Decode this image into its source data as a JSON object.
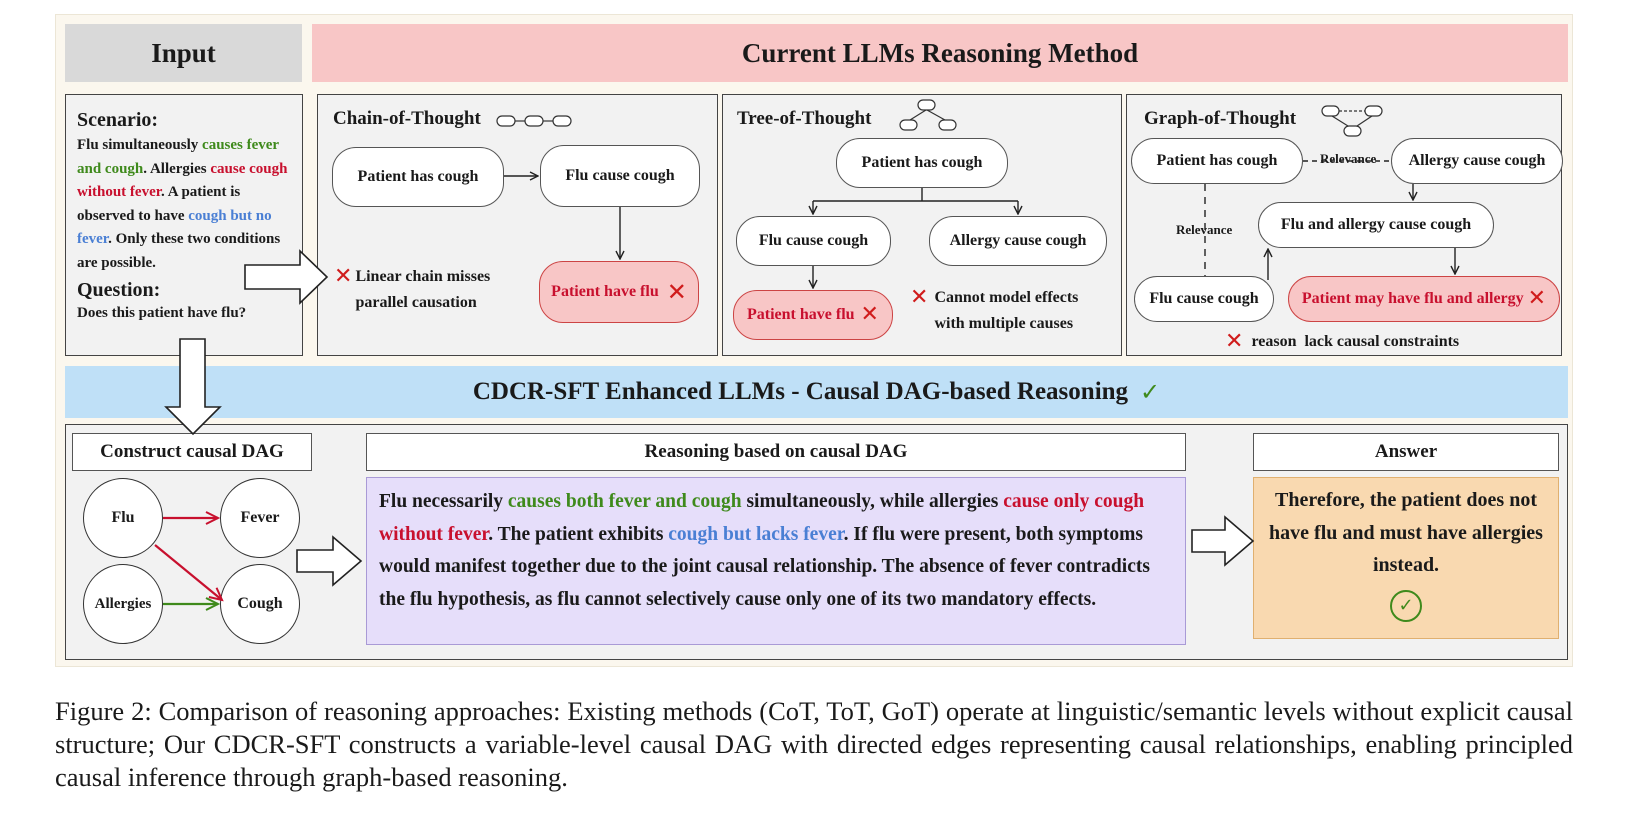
{
  "input_header": "Input",
  "current_header": "Current LLMs Reasoning Method",
  "scenario": {
    "title": "Scenario:",
    "t1": "Flu simultaneously ",
    "t2": "causes fever and cough",
    "t3": ". Allergies ",
    "t4": "cause cough without fever",
    "t5": ". A patient is observed to have ",
    "t6": "cough but no fever",
    "t7": ". Only these two conditions are possible.",
    "question_title": "Question:",
    "question": "Does this patient have flu?"
  },
  "cot": {
    "title": "Chain-of-Thought",
    "node1": "Patient has cough",
    "node2": "Flu cause cough",
    "node3": "Patient have flu",
    "note": "Linear chain misses parallel causation"
  },
  "tot": {
    "title": "Tree-of-Thought",
    "root": "Patient has cough",
    "left": "Flu cause cough",
    "right": "Allergy cause cough",
    "leaf": "Patient have flu",
    "note": "Cannot model effects with multiple causes"
  },
  "got": {
    "title": "Graph-of-Thought",
    "n1": "Patient has cough",
    "n2": "Allergy cause cough",
    "n3": "Flu and allergy cause cough",
    "n4": "Flu cause cough",
    "n5": "Patient may have flu and allergy",
    "rel1": "Relevance",
    "rel2": "Relevance",
    "note": "reason  lack causal constraints"
  },
  "cdcr_header": "CDCR-SFT Enhanced LLMs - Causal DAG-based Reasoning",
  "dag": {
    "label": "Construct causal DAG",
    "flu": "Flu",
    "fever": "Fever",
    "allergies": "Allergies",
    "cough": "Cough"
  },
  "reasoning": {
    "label": "Reasoning based on causal DAG",
    "r1": "Flu necessarily ",
    "r2": "causes both fever and cough",
    "r3": " simultaneously, while allergies ",
    "r4": "cause only cough without fever",
    "r5": ". The patient exhibits ",
    "r6": "cough but lacks fever",
    "r7": ". If flu were present, both symptoms would manifest together due to the joint causal relationship. The absence of fever contradicts the flu hypothesis, as flu cannot selectively cause only one of its two mandatory effects."
  },
  "answer": {
    "label": "Answer",
    "text": "Therefore, the patient does not have flu and must have allergies instead."
  },
  "caption": "Figure 2: Comparison of reasoning approaches: Existing methods (CoT, ToT, GoT) operate at linguistic/semantic levels without explicit causal structure; Our CDCR-SFT constructs a variable-level causal DAG with directed edges representing causal relationships, enabling principled causal inference through graph-based reasoning.",
  "colors": {
    "green": "#3f8a1c",
    "red": "#c8102e",
    "blue": "#4a7fd4",
    "input_header_bg": "#d9d9d9",
    "current_header_bg": "#f8c6c6",
    "cdcr_header_bg": "#bfe0f7",
    "reasoning_bg": "#e6defa",
    "answer_bg": "#f9d9b0"
  },
  "icons": [
    "cross-icon",
    "check-icon",
    "check-circle-icon",
    "chain-icon",
    "tree-icon",
    "graph-icon",
    "arrow-block-icon"
  ]
}
